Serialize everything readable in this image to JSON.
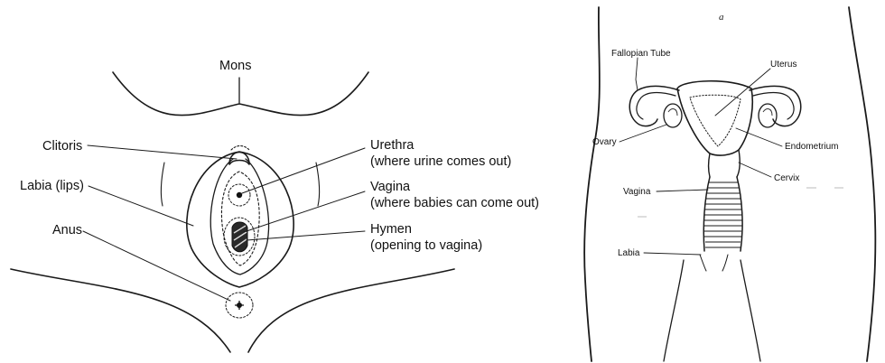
{
  "external_diagram": {
    "labels": {
      "mons": "Mons",
      "clitoris": "Clitoris",
      "labia": "Labia (lips)",
      "anus": "Anus",
      "urethra": "Urethra",
      "urethra_note": "(where urine comes out)",
      "vagina": "Vagina",
      "vagina_note": "(where babies can come out)",
      "hymen": "Hymen",
      "hymen_note": "(opening to vagina)"
    }
  },
  "internal_diagram": {
    "corner_mark": "a",
    "labels": {
      "fallopian_tube": "Fallopian Tube",
      "uterus": "Uterus",
      "ovary": "Ovary",
      "endometrium": "Endometrium",
      "cervix": "Cervix",
      "vagina": "Vagina",
      "labia": "Labia"
    }
  }
}
